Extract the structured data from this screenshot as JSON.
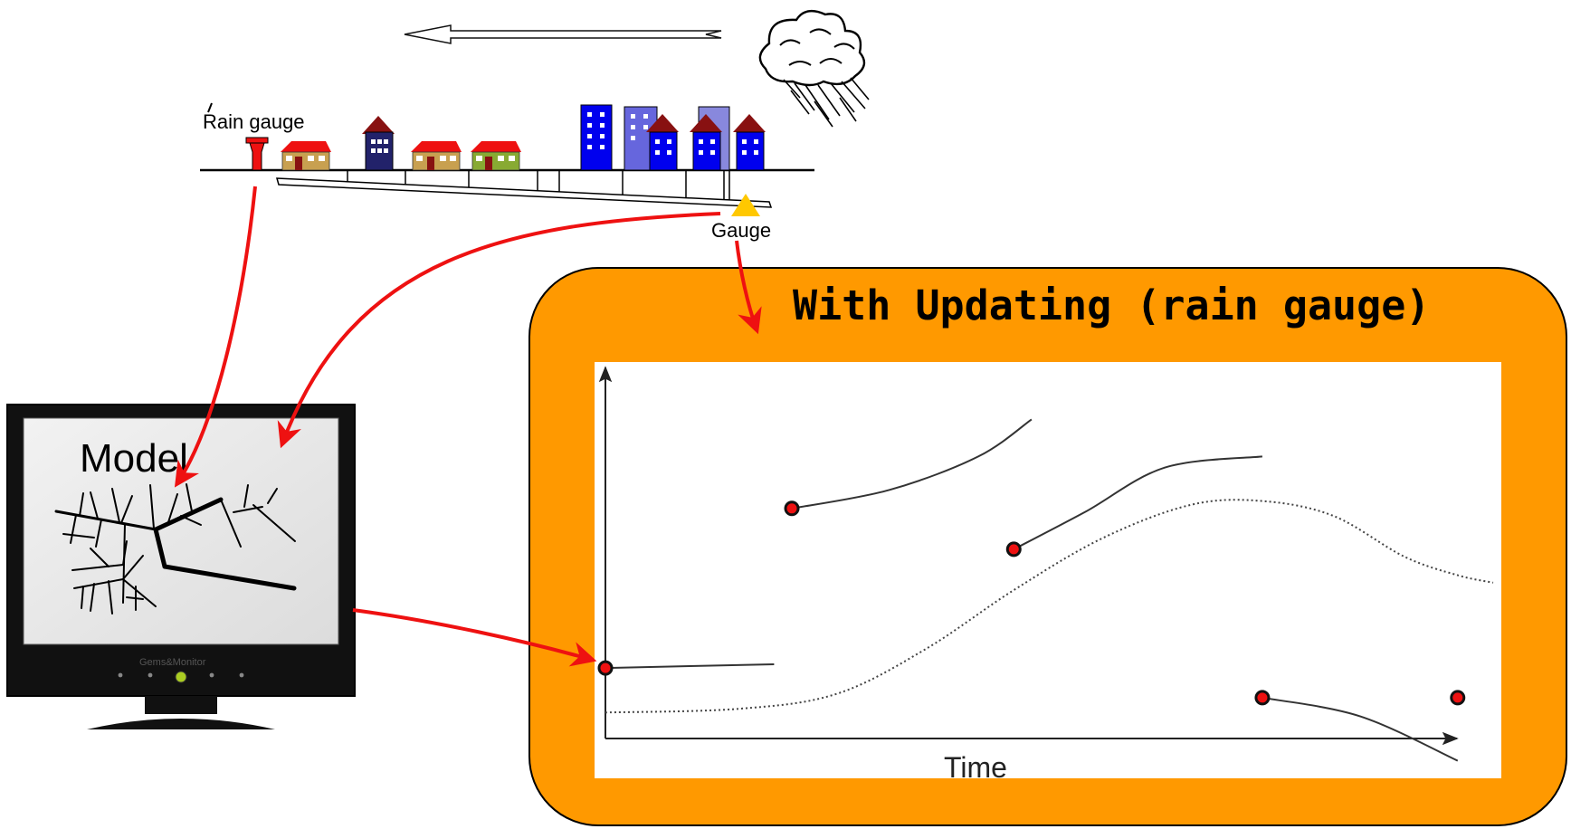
{
  "labels": {
    "rain_gauge": "Rain gauge",
    "gauge": "Gauge",
    "model": "Model",
    "panel_title": "With Updating (rain gauge)",
    "x_axis": "Time",
    "monitor_brand": "Gems&Monitor"
  },
  "colors": {
    "panel_orange": "#FF9900",
    "arrow_red": "#EE1111",
    "gauge_yellow": "#FFC800",
    "blue_building": "#0000EE",
    "light_blue_building": "#6666DD",
    "roof": "#881111"
  },
  "icons": [
    "cloud-rain-icon",
    "wind-arrow-icon",
    "rain-gauge-icon",
    "house-icon",
    "building-icon",
    "gauge-triangle-icon",
    "monitor-icon"
  ],
  "chart_data": {
    "type": "line",
    "xlabel": "Time",
    "ylabel": "",
    "x_range": [
      0,
      10
    ],
    "y_range": [
      0,
      10
    ],
    "model_segments": [
      {
        "start": [
          0.0,
          1.9
        ],
        "points": [
          [
            0.0,
            1.9
          ],
          [
            1.9,
            2.0
          ]
        ]
      },
      {
        "start": [
          2.1,
          6.2
        ],
        "points": [
          [
            2.1,
            6.2
          ],
          [
            3.2,
            6.7
          ],
          [
            4.2,
            7.6
          ],
          [
            4.8,
            8.6
          ]
        ]
      },
      {
        "start": [
          4.6,
          5.1
        ],
        "points": [
          [
            4.6,
            5.1
          ],
          [
            5.4,
            6.1
          ],
          [
            6.3,
            7.3
          ],
          [
            7.4,
            7.6
          ]
        ]
      },
      {
        "start": [
          7.4,
          1.1
        ],
        "points": [
          [
            7.4,
            1.1
          ],
          [
            8.5,
            0.6
          ],
          [
            9.6,
            -0.6
          ]
        ]
      },
      {
        "start": [
          9.6,
          1.1
        ],
        "points": [
          [
            9.6,
            1.1
          ]
        ]
      }
    ],
    "observed": {
      "points": [
        [
          0.0,
          0.7
        ],
        [
          1.5,
          0.8
        ],
        [
          2.6,
          1.2
        ],
        [
          3.6,
          2.4
        ],
        [
          4.6,
          4.0
        ],
        [
          5.6,
          5.4
        ],
        [
          6.6,
          6.3
        ],
        [
          7.4,
          6.4
        ],
        [
          8.2,
          6.0
        ],
        [
          9.0,
          4.9
        ],
        [
          9.6,
          4.4
        ],
        [
          10.0,
          4.2
        ]
      ]
    }
  }
}
